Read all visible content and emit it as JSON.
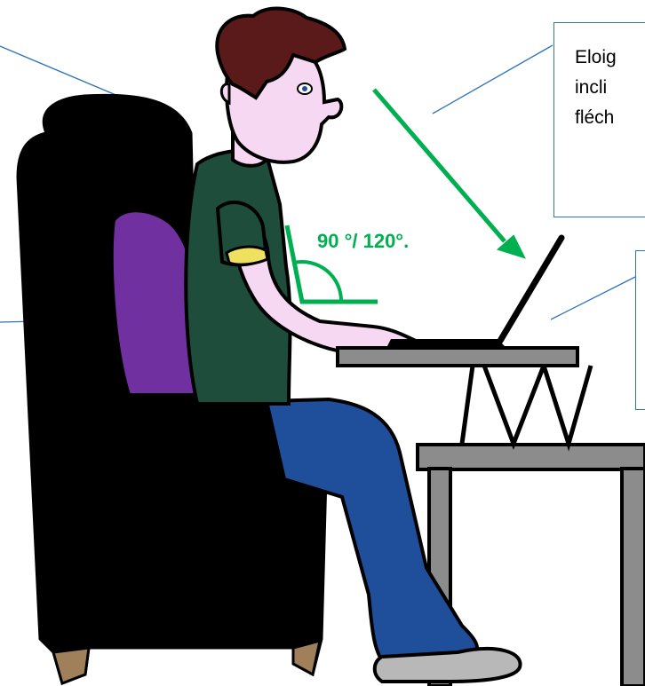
{
  "callout_text": {
    "line1": "Eloig",
    "line2": "incli",
    "line3": "fléch"
  },
  "angle_label": "90 °/ 120°.",
  "colors": {
    "callout_line": "#2e75b6",
    "annotation_green": "#00b050",
    "armchair": "#000000",
    "cushion": "#7030a0",
    "shirt": "#1e4d3c",
    "skin": "#f7d8f2",
    "hair": "#5a1a1a",
    "jeans": "#1f4e9a",
    "table_gray": "#8c8c8c"
  }
}
